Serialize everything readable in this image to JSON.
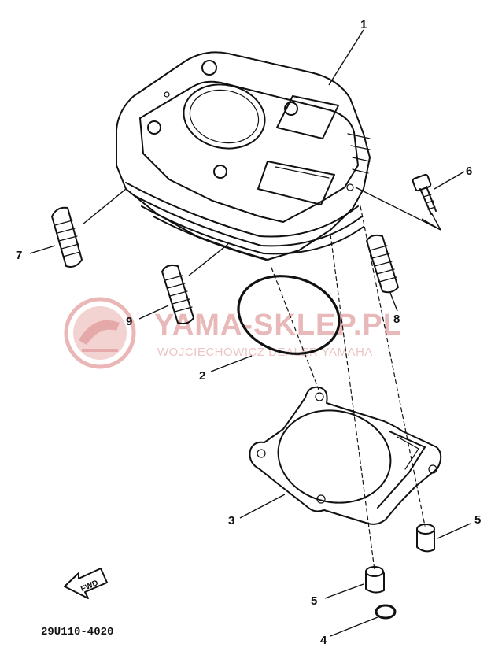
{
  "callouts": {
    "c1": "1",
    "c2": "2",
    "c3": "3",
    "c4": "4",
    "c5a": "5",
    "c5b": "5",
    "c6": "6",
    "c7": "7",
    "c8": "8",
    "c9": "9"
  },
  "fwd_label": "FWD",
  "diagram_code": "29U110-4020",
  "watermark": {
    "title": "YAMA-SKLEP.PL",
    "subtitle": "WOJCIECHOWICZ DEALER YAMAHA"
  },
  "colors": {
    "ink": "#111111",
    "watermark": "#e9b8b8",
    "background": "#ffffff"
  }
}
